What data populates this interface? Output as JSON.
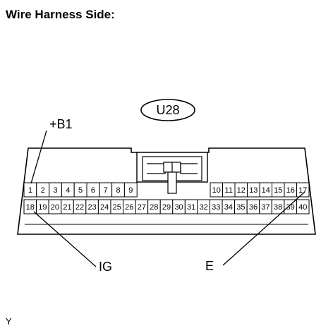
{
  "title": "Wire Harness Side:",
  "connector_code": "U28",
  "top_row_left": [
    "1",
    "2",
    "3",
    "4",
    "5",
    "6",
    "7",
    "8",
    "9"
  ],
  "top_row_right": [
    "10",
    "11",
    "12",
    "13",
    "14",
    "15",
    "16",
    "17"
  ],
  "bottom_row": [
    "18",
    "19",
    "20",
    "21",
    "22",
    "23",
    "24",
    "25",
    "26",
    "27",
    "28",
    "29",
    "30",
    "31",
    "32",
    "33",
    "34",
    "35",
    "36",
    "37",
    "38",
    "39",
    "40"
  ],
  "callouts": {
    "b1": {
      "label": "+B1",
      "pin": "1"
    },
    "ig": {
      "label": "IG",
      "pin": "19"
    },
    "e": {
      "label": "E",
      "pin": "17"
    }
  },
  "corner_mark": "Y"
}
